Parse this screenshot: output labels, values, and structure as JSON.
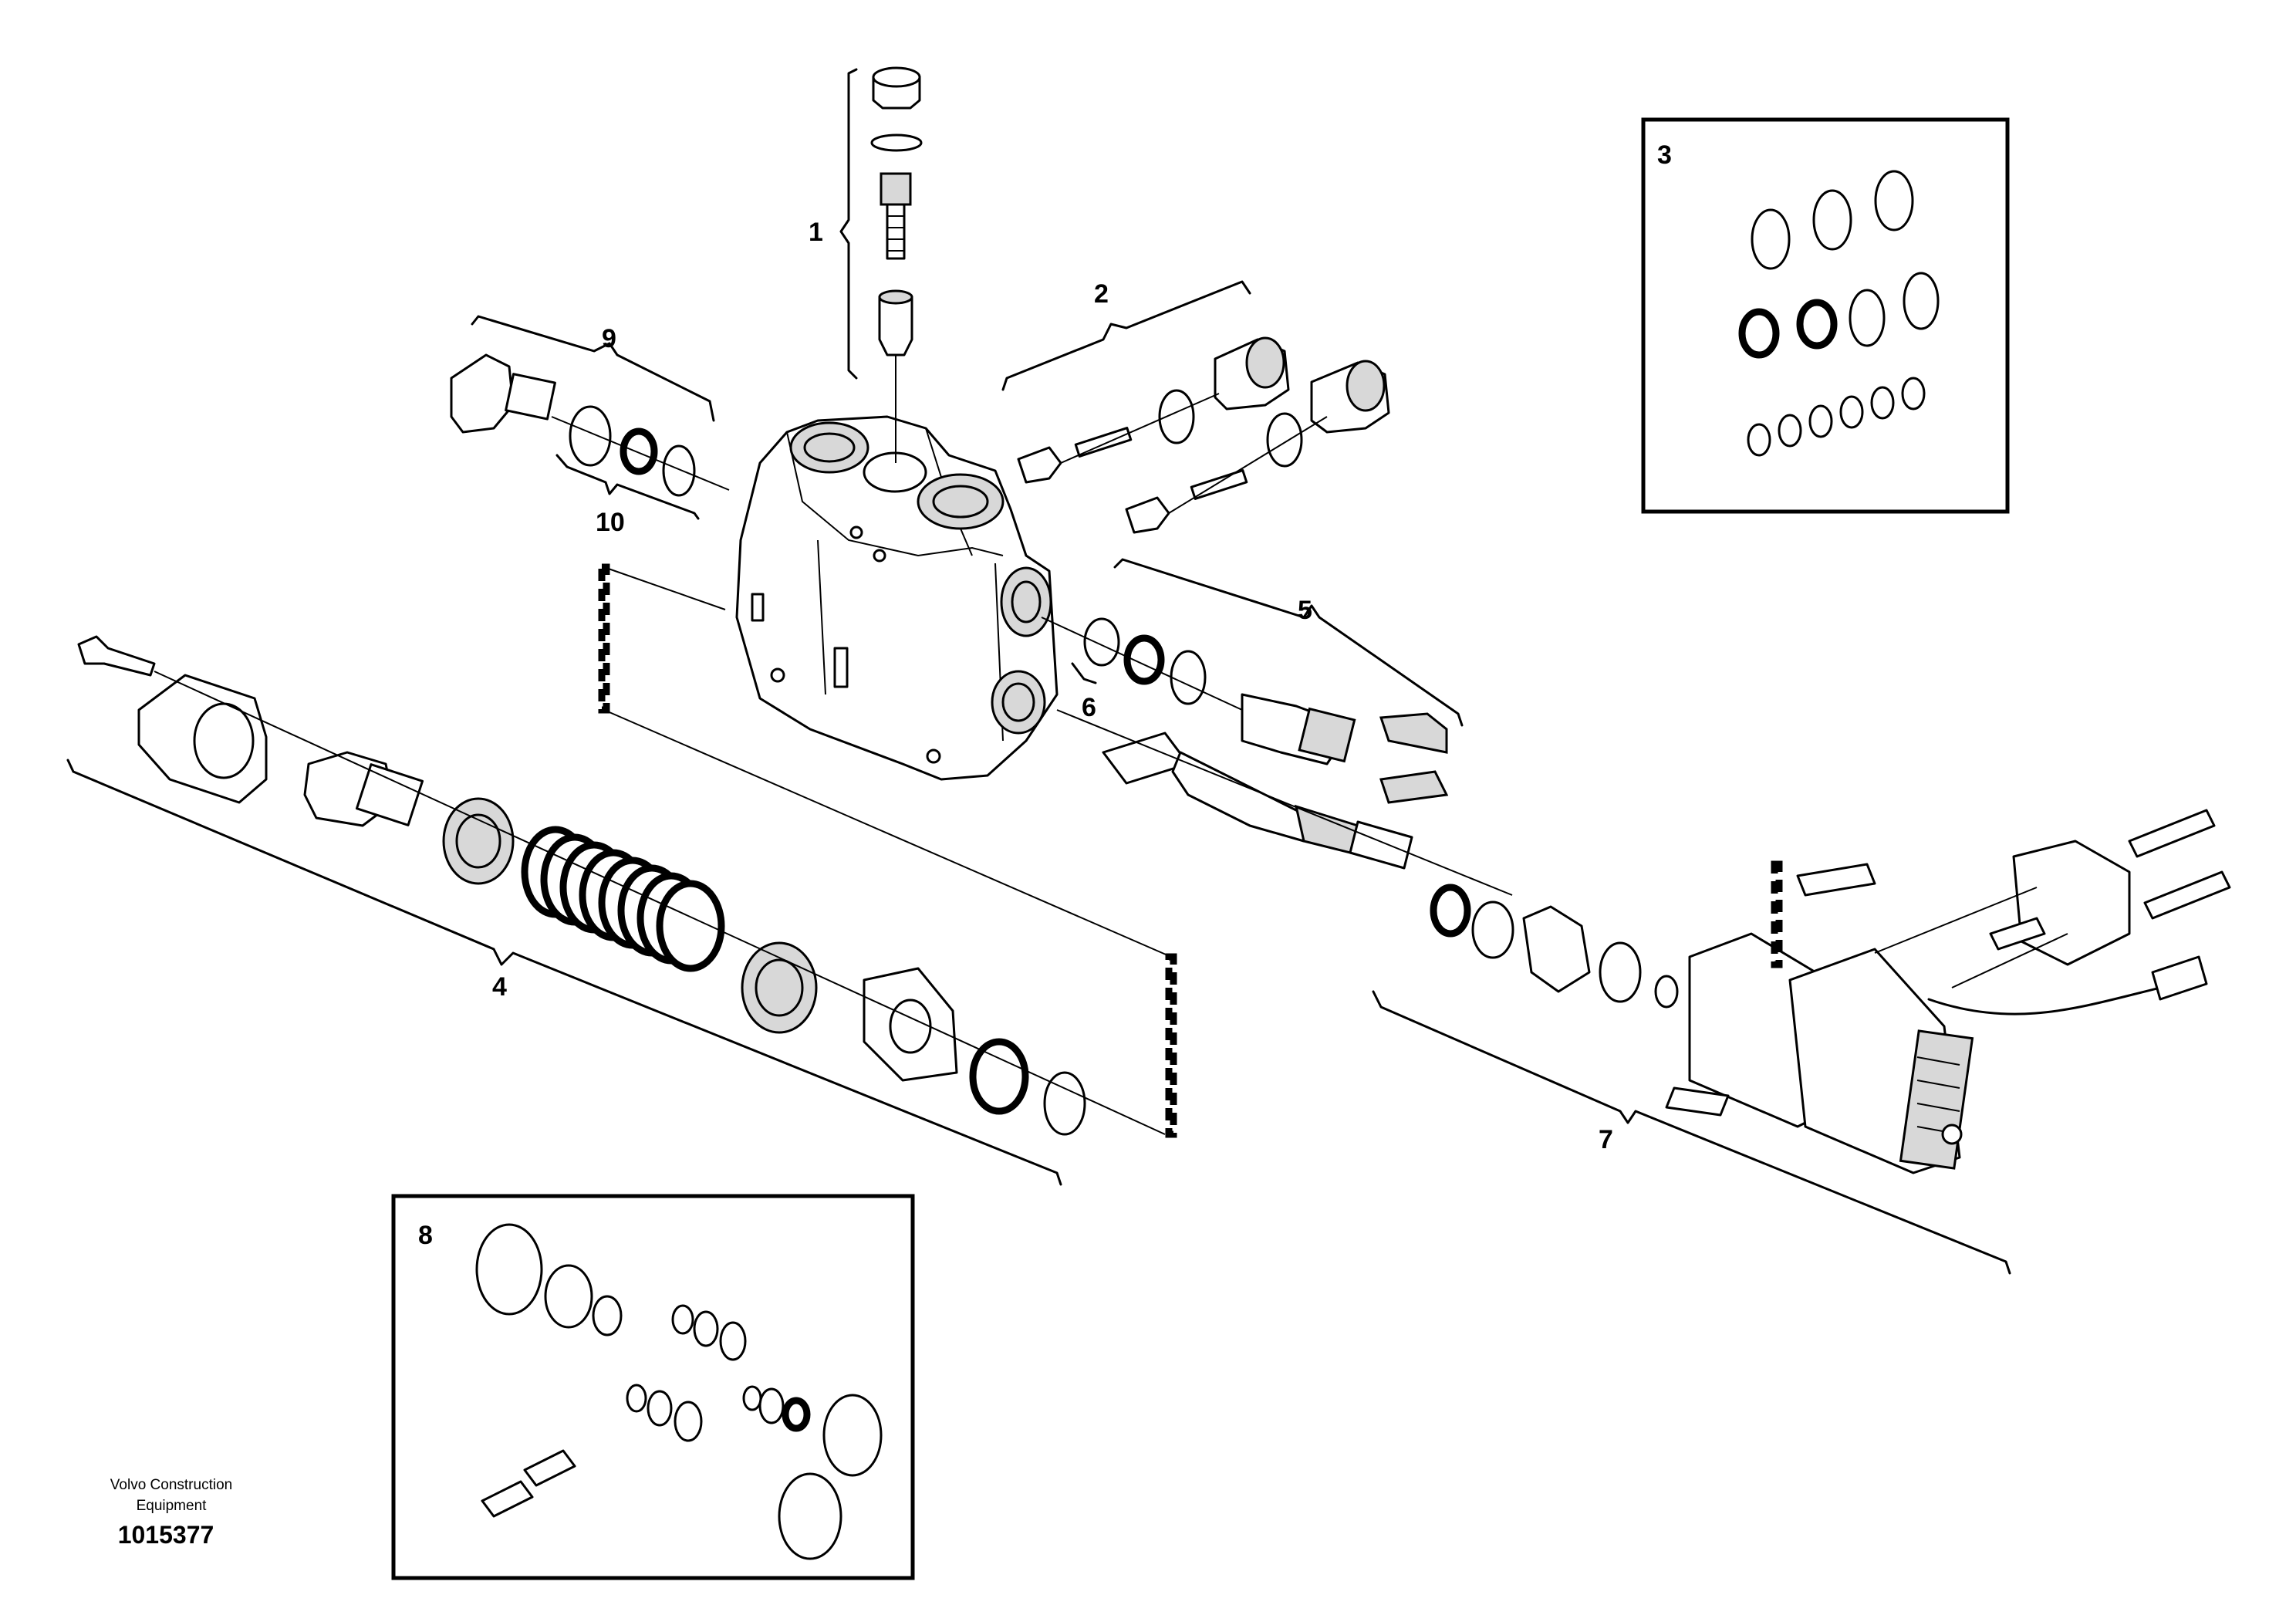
{
  "callouts": {
    "c1": "1",
    "c2": "2",
    "c3": "3",
    "c4": "4",
    "c5": "5",
    "c6": "6",
    "c7": "7",
    "c8": "8",
    "c9": "9",
    "c10": "10"
  },
  "footer": {
    "credit_line1": "Volvo Construction",
    "credit_line2": "Equipment",
    "document_number": "1015377"
  }
}
